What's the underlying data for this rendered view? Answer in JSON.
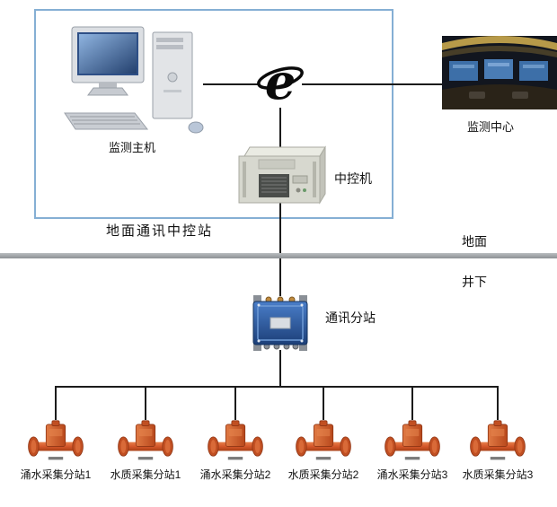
{
  "surface": {
    "box_label": "地面通讯中控站",
    "host_label": "监测主机",
    "monitor_center_label": "监测中心",
    "control_machine_label": "中控机"
  },
  "divider": {
    "surface_label": "地面",
    "underground_label": "井下"
  },
  "underground": {
    "substation_label": "通讯分站",
    "stations": [
      {
        "label": "涌水采集分站1"
      },
      {
        "label": "水质采集分站1"
      },
      {
        "label": "涌水采集分站2"
      },
      {
        "label": "水质采集分站2"
      },
      {
        "label": "涌水采集分站3"
      },
      {
        "label": "水质采集分站3"
      }
    ]
  },
  "icons": {
    "host": "desktop-computer-icon",
    "internet": "internet-globe-icon",
    "monitor_center": "control-room-photo",
    "control_machine": "rack-server-icon",
    "substation": "junction-box-icon",
    "station": "flow-sensor-icon"
  },
  "colors": {
    "box_border": "#85afd4",
    "connector_line": "#1b1b1b",
    "divider_gray": "#9aa0a3",
    "station_orange": "#d4572a",
    "substation_blue": "#2b5fae"
  }
}
